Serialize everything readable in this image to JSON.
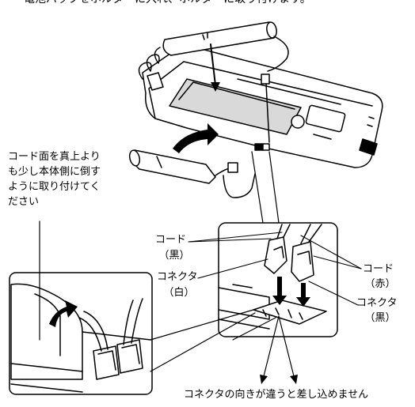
{
  "top_text_cut": "電池パックをホルダーに入れ、ホルダーに取り付けます。",
  "labels": {
    "cord_face_instruction_1": "コード面を真上より",
    "cord_face_instruction_2": "も少し本体側に倒す",
    "cord_face_instruction_3": "ように取り付けてく",
    "cord_face_instruction_4": "ださい",
    "cord_left": "コード",
    "cord_left_color": "（黒）",
    "connector_left": "コネクタ",
    "connector_left_color": "（白）",
    "cord_right": "コード",
    "cord_right_color": "（赤）",
    "connector_right": "コネクタ",
    "connector_right_color": "（黒）",
    "warning": "コネクタの向きが違うと差し込めません"
  }
}
